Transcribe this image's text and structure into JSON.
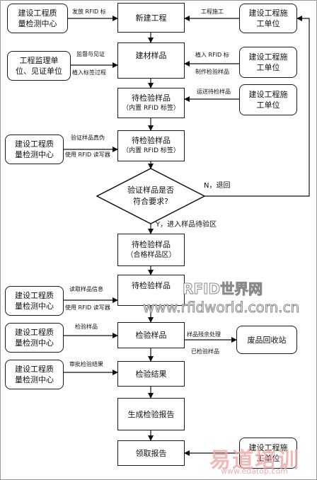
{
  "process": {
    "p1": "新建工程",
    "p2": "建材样品",
    "p3": [
      "待检验样品",
      "（内置 RFID 标签）"
    ],
    "p4": [
      "待检验样品",
      "（内置 RFID 标签）"
    ],
    "decision": [
      "验证样品是否",
      "符合要求?"
    ],
    "p5": [
      "待检验样品",
      "（合格样品区）"
    ],
    "p6": "待检验样品",
    "p7": "检验样品",
    "p8": "检验结果",
    "p9": "生成检验报告",
    "p10": "领取报告",
    "recycle": "废品回收站"
  },
  "actors": {
    "qc1": [
      "建设工程质",
      "量检测中心"
    ],
    "contractor1": [
      "建设工程施",
      "工单位"
    ],
    "supervisor": [
      "工程监理单",
      "位、见证单位"
    ],
    "contractor2": [
      "建设工程施",
      "工单位"
    ],
    "contractor3": [
      "建设工程施",
      "工单位"
    ],
    "qc2": [
      "建设工程质",
      "量检测中心"
    ],
    "qc3": [
      "建设工程质",
      "量检测中心"
    ],
    "qc4": [
      "建设工程质",
      "量检测中心"
    ],
    "qc5": [
      "建设工程质",
      "量检测中心"
    ],
    "contractor4": [
      "建设工程施",
      "工单位"
    ]
  },
  "labels": {
    "issue_rfid": "发放 RFID 标",
    "construction": "工程施工",
    "witness": "监督与见证",
    "implant_process": "植入标签过程",
    "implant_rfid": "植入 RFID 标",
    "make_sample": "制作检验样品",
    "deliver": "运送待检样品",
    "verify_auth": "验证样品真伪",
    "use_reader1": "使用 RFID 读写器",
    "no_return": "N，退回",
    "yes_enter": "Y，进入样品待验区",
    "read_info": "读取样品信息",
    "use_reader2": "使用 RFID 读写器",
    "inspect": "检验样品",
    "leftover": "样品残余处理",
    "inspected": "已检验样品",
    "approve": "审批检验结果"
  },
  "watermarks": {
    "main": "RFID世界网",
    "url": "www.rfidworld.com.cn",
    "brand": "易道培训",
    "brand_url": "www.edatop.com"
  }
}
